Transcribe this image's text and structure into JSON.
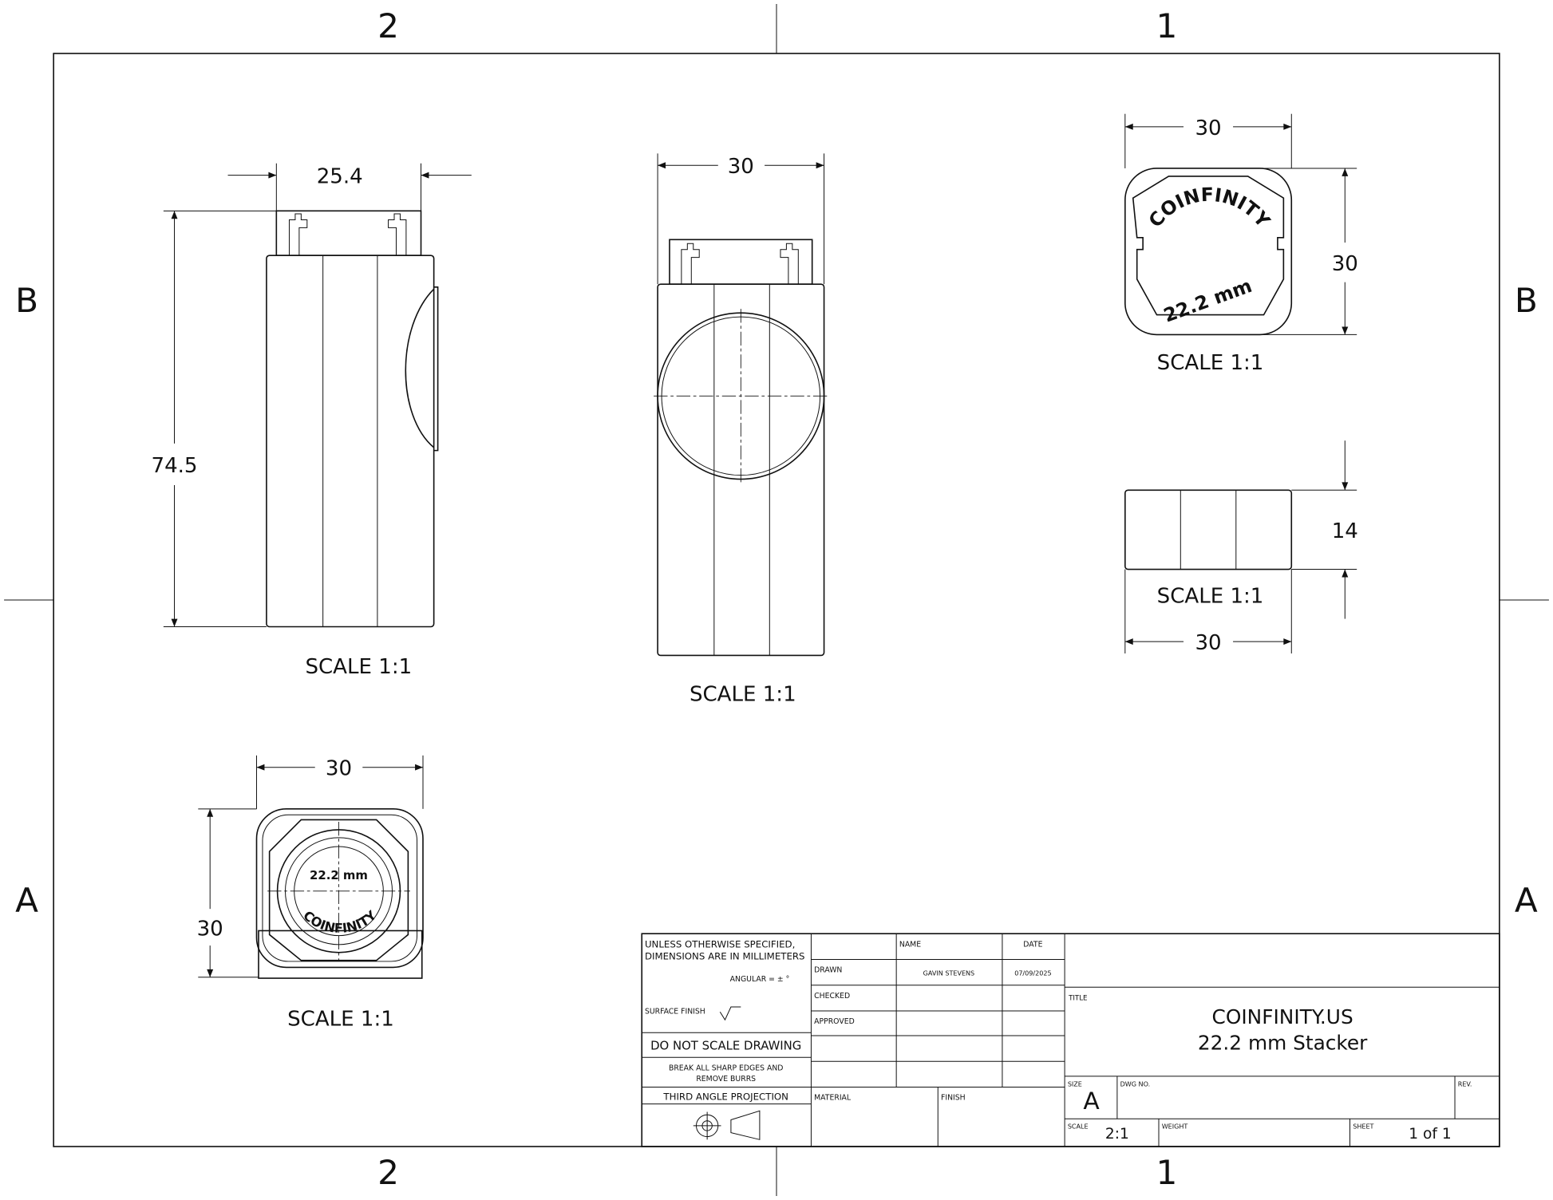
{
  "zones": {
    "top": [
      "2",
      "1"
    ],
    "bottom": [
      "2",
      "1"
    ],
    "left": [
      "B",
      "A"
    ],
    "right": [
      "B",
      "A"
    ]
  },
  "views": {
    "side": {
      "width_dim": "25.4",
      "height_dim": "74.5",
      "scale": "SCALE 1:1"
    },
    "front": {
      "width_dim": "30",
      "scale": "SCALE 1:1"
    },
    "top": {
      "width_dim": "30",
      "height_dim": "30",
      "scale": "SCALE 1:1",
      "engraving_top": "COINFINITY",
      "engraving_bottom": "22.2 mm"
    },
    "cap": {
      "height_dim": "14",
      "width_dim": "30",
      "scale": "SCALE 1:1"
    },
    "bottom": {
      "width_dim": "30",
      "height_dim": "30",
      "scale": "SCALE 1:1",
      "engraving_top": "22.2 mm",
      "engraving_bottom": "COINFINITY"
    }
  },
  "title_block": {
    "spec_line1": "UNLESS OTHERWISE SPECIFIED,",
    "spec_line2": "DIMENSIONS ARE IN MILLIMETERS",
    "angular": "ANGULAR = ± °",
    "surface_finish": "SURFACE FINISH",
    "do_not_scale": "DO NOT SCALE DRAWING",
    "break_edges_1": "BREAK ALL SHARP EDGES AND",
    "break_edges_2": "REMOVE BURRS",
    "projection": "THIRD ANGLE PROJECTION",
    "name_header": "NAME",
    "date_header": "DATE",
    "drawn_label": "DRAWN",
    "drawn_name": "GAVIN STEVENS",
    "drawn_date": "07/09/2025",
    "checked_label": "CHECKED",
    "approved_label": "APPROVED",
    "material_label": "MATERIAL",
    "finish_label": "FINISH",
    "title_label": "TITLE",
    "title_line1": "COINFINITY.US",
    "title_line2": "22.2 mm Stacker",
    "size_label": "SIZE",
    "size_value": "A",
    "dwg_no_label": "DWG NO.",
    "rev_label": "REV.",
    "scale_label": "SCALE",
    "scale_value": "2:1",
    "weight_label": "WEIGHT",
    "sheet_label": "SHEET",
    "sheet_value": "1 of 1"
  }
}
